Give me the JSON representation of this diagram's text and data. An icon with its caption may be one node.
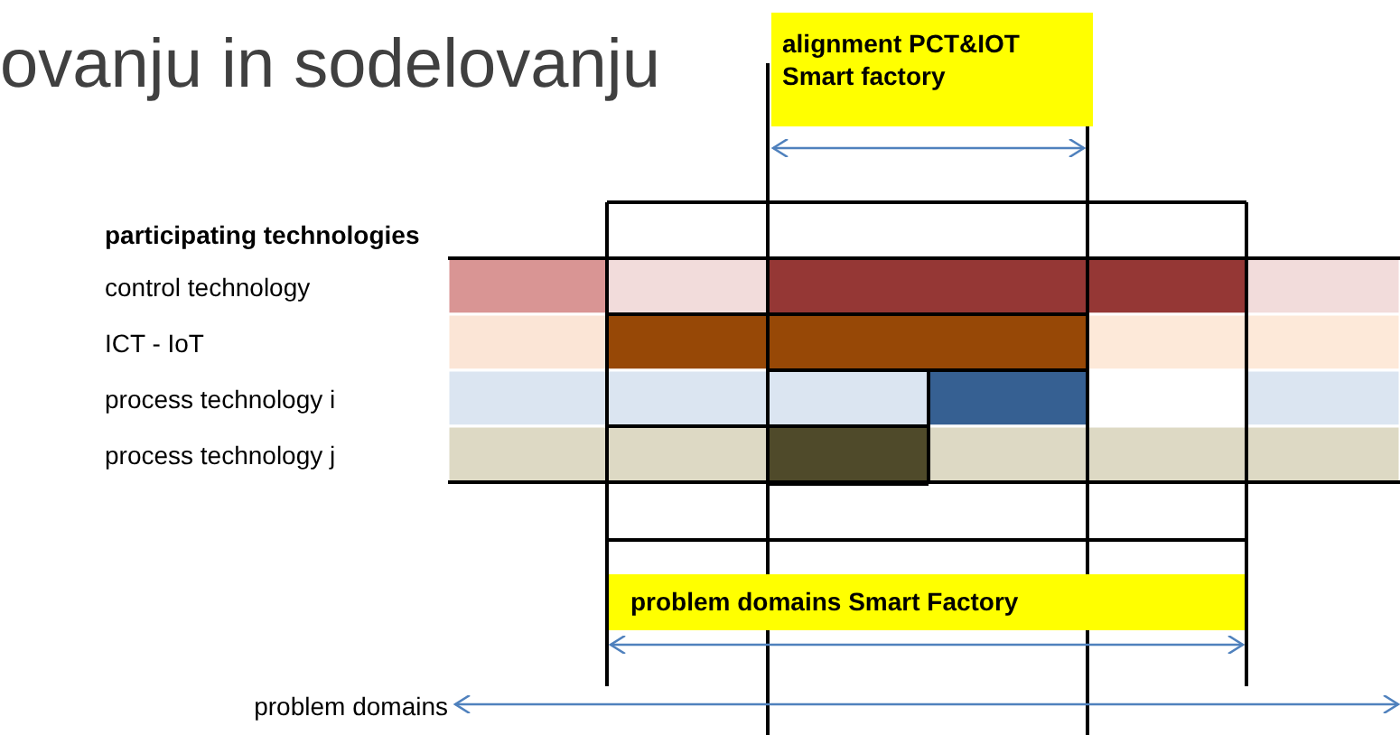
{
  "diagram": {
    "title": "ovanju in sodelovanju",
    "nodes": [
      {
        "text": [
          "alignment PCT&IOT",
          "Smart factory"
        ]
      },
      {
        "text": [
          "problem domains Smart Factory"
        ]
      }
    ],
    "labels": [
      "participating technologies",
      "control technology",
      "ICT - IoT",
      "process technology i",
      "process technology j",
      "problem domains"
    ]
  }
}
